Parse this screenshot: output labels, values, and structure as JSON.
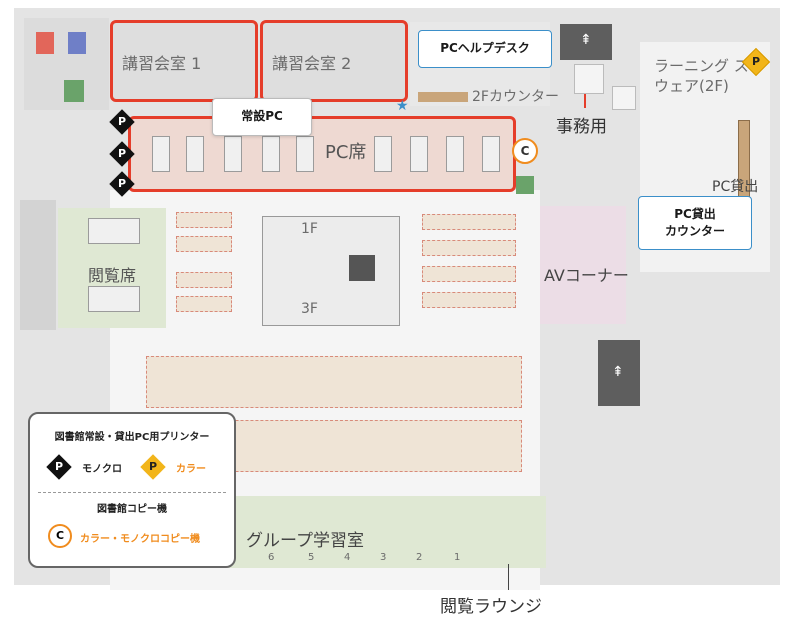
{
  "rooms": {
    "lecture1": "講習会室 1",
    "lecture2": "講習会室 2",
    "pc_seats": "PC席",
    "reading": "閲覧席",
    "av_corner": "AVコーナー",
    "group_study": "グループ学習室",
    "learning_square": "ラーニング スクウェア(2F)",
    "office": "事務用",
    "counter_2f": "2Fカウンター",
    "pc_lending": "PC貸出",
    "lounge": "閲覧ラウンジ",
    "floor_up": "1F",
    "floor_down": "3F",
    "group_room_numbers": [
      "6",
      "5",
      "4",
      "3",
      "2",
      "1"
    ]
  },
  "callouts": {
    "pc_helpdesk": "PCヘルプデスク",
    "permanent_pc": "常設PC",
    "pc_lending_counter_line1": "PC貸出",
    "pc_lending_counter_line2": "カウンター"
  },
  "markers": {
    "printer_mono": "P",
    "printer_color": "P",
    "copier": "C"
  },
  "legend": {
    "title": "図書館常設・貸出PC用プリンター",
    "mono_label": "モノクロ",
    "color_label": "カラー",
    "copier_title": "図書館コピー機",
    "copier_label": "カラー・モノクロコピー機"
  },
  "colors": {
    "highlight": "#e53d2a",
    "callout_border": "#3b8fc9",
    "color_printer": "#f2b51a",
    "copier": "#f08c1e",
    "pc_area": "#eed9d2",
    "green_area": "#dfe8d3",
    "av_area": "#ecdde6"
  }
}
